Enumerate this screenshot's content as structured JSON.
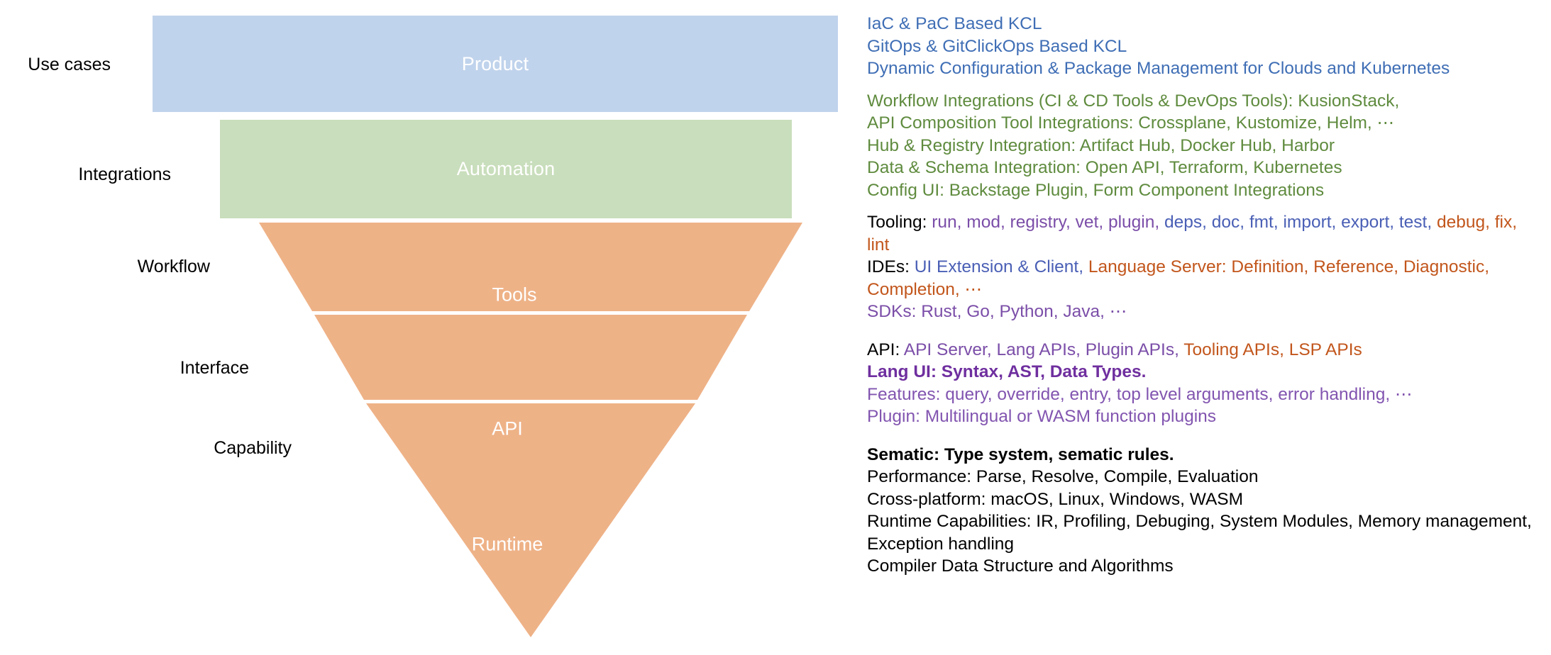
{
  "diagram": {
    "title": "KCL layered capability funnel",
    "colors": {
      "product": "#c0d3ec",
      "automation": "#c9debc",
      "funnel": "#eeb287",
      "blue_text": "#3f6eb5",
      "green_text": "#5f8b3e",
      "purple_text": "#7b4ea8",
      "orange_text": "#c2561c",
      "indigo_text": "#4a5fb5",
      "dark_purple_text": "#6f2f9f"
    },
    "stage_labels": [
      {
        "label": "Use cases"
      },
      {
        "label": "Integrations"
      },
      {
        "label": "Workflow"
      },
      {
        "label": "Interface"
      },
      {
        "label": "Capability"
      }
    ],
    "bands": [
      {
        "label": "Product",
        "shape": "rectangle",
        "color": "#c0d3ec"
      },
      {
        "label": "Automation",
        "shape": "rectangle",
        "color": "#c9debc"
      },
      {
        "label": "Tools",
        "shape": "trapezoid",
        "color": "#eeb287"
      },
      {
        "label": "API",
        "shape": "trapezoid",
        "color": "#eeb287"
      },
      {
        "label": "Runtime",
        "shape": "triangle",
        "color": "#eeb287"
      }
    ]
  },
  "descriptions": {
    "use_cases": {
      "color": "#3f6eb5",
      "lines": [
        "IaC & PaC Based KCL",
        "GitOps & GitClickOps Based KCL",
        "Dynamic Configuration & Package Management for Clouds and Kubernetes"
      ]
    },
    "integrations": {
      "color": "#5f8b3e",
      "lines": [
        "Workflow Integrations (CI & CD Tools & DevOps Tools): KusionStack,",
        "API Composition Tool Integrations: Crossplane, Kustomize, Helm, ⋯",
        "Hub & Registry Integration: Artifact Hub, Docker Hub, Harbor",
        "Data & Schema Integration: Open API, Terraform, Kubernetes",
        "Config UI: Backstage Plugin, Form Component Integrations"
      ]
    },
    "workflow": {
      "tooling_label": "Tooling:",
      "tooling_purple": " run, mod, registry, vet, plugin,",
      "tooling_indigo": " deps, doc, fmt, import, export, test,",
      "tooling_orange": "debug, fix, lint",
      "ides_label": "IDEs:",
      "ides_indigo": " UI Extension & Client,",
      "ides_orange": " Language Server: Definition, Reference, Diagnostic, Completion, ⋯",
      "sdks_line": "SDKs: Rust, Go, Python, Java, ⋯"
    },
    "interface": {
      "api_label": "API:",
      "api_purple": " API Server, Lang APIs, Plugin APIs,",
      "api_orange": " Tooling APIs, LSP APIs",
      "lang_ui": "Lang UI: Syntax, AST, Data Types.",
      "features": "Features: query, override, entry, top level arguments, error handling, ⋯",
      "plugin": "Plugin: Multilingual or WASM function plugins"
    },
    "capability": {
      "sematic": "Sematic: Type system, sematic rules.",
      "lines": [
        "Performance: Parse, Resolve, Compile, Evaluation",
        "Cross-platform: macOS, Linux, Windows, WASM",
        "Runtime Capabilities: IR, Profiling, Debuging, System Modules, Memory management, Exception handling",
        "Compiler Data Structure and Algorithms"
      ]
    }
  }
}
